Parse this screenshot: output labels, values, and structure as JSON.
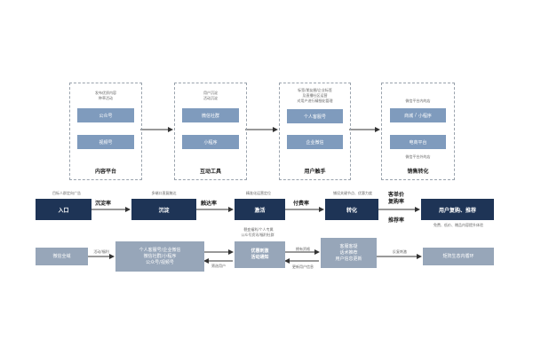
{
  "top": {
    "content": {
      "note_line1": "发布优质内容",
      "note_line2": "种草活动",
      "btn1": "公众号",
      "btn2": "视频号",
      "title": "内容平台"
    },
    "interact": {
      "note_line1": "用户沉淀",
      "note_line2": "活动沉淀",
      "btn1": "微信社群",
      "btn2": "小程序",
      "title": "互动工具"
    },
    "reach": {
      "note_line1": "标签/朋友圈/企业标签",
      "note_line2": "及直播社区运营",
      "note_line3": "对用户进行精细化管理",
      "btn1": "个人客服号",
      "btn2": "企业微信",
      "title": "用户触手"
    },
    "sales": {
      "note_line1": "微信平台内的店",
      "btn1": "商城",
      "btn1_sep": "/",
      "btn1_right": "小程序",
      "btn2": "电商平台",
      "note_bottom": "微信平台外的店",
      "title": "销售转化"
    }
  },
  "funnel": {
    "entry": "入口",
    "entry_note": "目标人群定向广告",
    "rate1": "沉淀率",
    "settle": "沉淀",
    "settle_note": "多端口直复触达",
    "rate2": "触达率",
    "activate": "激活",
    "activate_note": "精准化运营定位",
    "rate3": "付费率",
    "convert": "转化",
    "convert_note": "铺设关键节点、优惠力度",
    "rate4_top_1": "客单价",
    "rate4_top_2": "复购率",
    "rate4_bottom": "推荐率",
    "final": "用户复购、推荐",
    "final_note": "免费、低价、赠品内容提升体验"
  },
  "bottom": {
    "wechat_ecosystem": "微信全域",
    "arrow1_label": "活动/福利",
    "accounts_line1": "个人客服号/企业微信",
    "accounts_line2": "微信社群/小程序",
    "accounts_line3": "公众号/视频号",
    "back_label": "筛选用户",
    "perk_line1": "优惠刺激",
    "perk_line2": "活动通知",
    "perk_top_note_1": "裂变福利",
    "perk_top_note_2": "个人专属",
    "perk_top_note_3": "公众号资讯",
    "perk_top_note_4": "福利社群",
    "right_label_top": "拥有资格",
    "right_label_bottom": "更新用户信息",
    "service_line1": "客服客疑",
    "service_line2": "话术推荐",
    "service_line3": "用户信息更新",
    "service_to_eco": "反复刺激",
    "ecosystem": "矩阵生态内循环"
  }
}
